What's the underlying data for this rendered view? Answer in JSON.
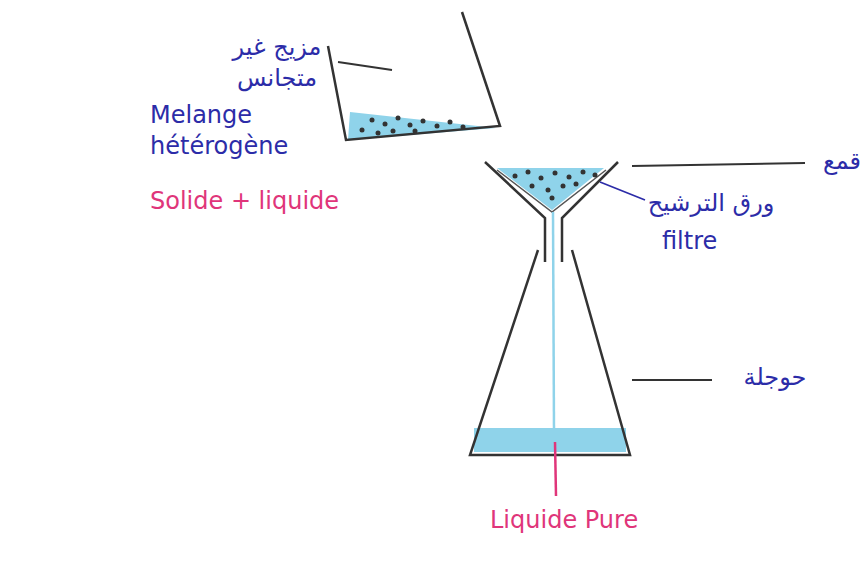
{
  "diagram": {
    "labels": [
      "مزيج غير متجانس",
      "Melange hétérogène",
      "Solide + liquide",
      "قمع",
      "ورق الترشيح",
      "filtre",
      "حوجلة",
      "Liquide Pure"
    ]
  }
}
